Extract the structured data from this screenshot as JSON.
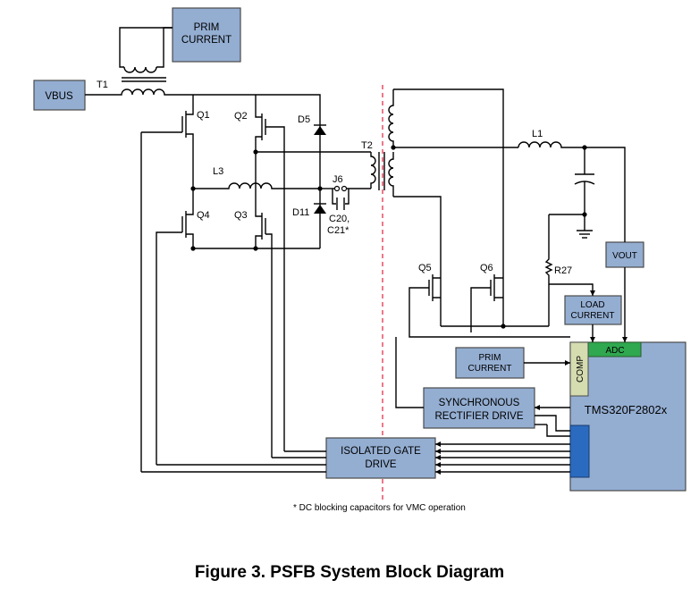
{
  "blocks": {
    "prim_top_line1": "PRIM",
    "prim_top_line2": "CURRENT",
    "vbus": "VBUS",
    "vout": "VOUT",
    "load_line1": "LOAD",
    "load_line2": "CURRENT",
    "prim_mid_line1": "PRIM",
    "prim_mid_line2": "CURRENT",
    "adc": "ADC",
    "comp": "COMP",
    "mcu": "TMS320F2802x",
    "srd_line1": "SYNCHRONOUS",
    "srd_line2": "RECTIFIER DRIVE",
    "igd_line1": "ISOLATED GATE",
    "igd_line2": "DRIVE"
  },
  "labels": {
    "t1": "T1",
    "q1": "Q1",
    "q2": "Q2",
    "q3": "Q3",
    "q4": "Q4",
    "d5": "D5",
    "d11": "D11",
    "l3": "L3",
    "t2": "T2",
    "j6": "J6",
    "c20": "C20,",
    "c21": "C21*",
    "l1": "L1",
    "q5": "Q5",
    "q6": "Q6",
    "r27": "R27"
  },
  "footnote": "* DC blocking capacitors for VMC operation",
  "caption": "Figure 3. PSFB System Block Diagram",
  "colors": {
    "block_fill": "#94aed2",
    "adc_fill": "#2fa84f",
    "comp_fill": "#d4dcb0",
    "drive_bar": "#2a6bc0",
    "isolation_line": "#e0334a"
  }
}
